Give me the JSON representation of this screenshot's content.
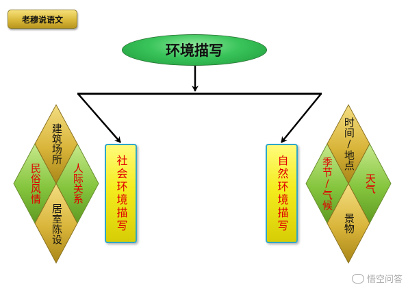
{
  "badge": {
    "label": "老穆说语文"
  },
  "title": "环境描写",
  "left_box": {
    "label": "社会环境描写"
  },
  "right_box": {
    "label": "自然环境描写"
  },
  "left_diamonds": {
    "top": "建筑场所",
    "left": "民俗风情",
    "right": "人际关系",
    "bottom": "居室陈设"
  },
  "right_diamonds": {
    "top": "时间/地点",
    "left": "季节/气候",
    "right": "天气",
    "bottom": "景物"
  },
  "watermark": {
    "label": "悟空问答"
  },
  "colors": {
    "diamond_gold": "#d9b53a",
    "diamond_green": "#7ec23a",
    "box_yellow": "#f4ec1e",
    "box_border": "#2fa6c8",
    "title_green": "#39c45a",
    "accent_red": "#e00000"
  }
}
